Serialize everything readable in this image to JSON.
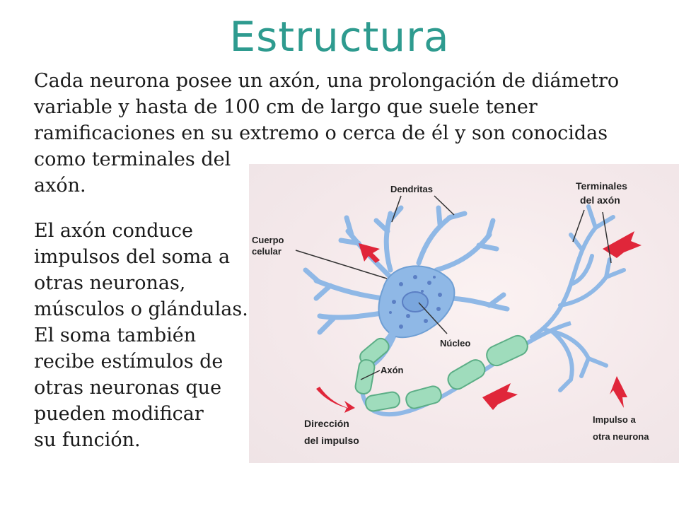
{
  "slide": {
    "title": "Estructura",
    "paragraph1": [
      "Cada neurona posee un axón, una prolongación de diámetro",
      "variable y hasta de 100 cm de largo que suele tener",
      "ramificaciones en su extremo o cerca de él y son conocidas",
      "como terminales del",
      "axón."
    ],
    "paragraph2": [
      "El axón conduce",
      "impulsos del soma a",
      "otras neuronas,",
      "músculos o glándulas.",
      "El soma también",
      "recibe estímulos de",
      "otras neuronas que",
      "pueden modificar",
      "su función."
    ]
  },
  "diagram": {
    "labels": {
      "dendritas": "Dendritas",
      "cuerpo_1": "Cuerpo",
      "cuerpo_2": "celular",
      "nucleo": "Núcleo",
      "axon": "Axón",
      "terminales_1": "Terminales",
      "terminales_2": "del axón",
      "direccion_1": "Dirección",
      "direccion_2": "del impulso",
      "impulso_1": "Impulso a",
      "impulso_2": "otra neurona"
    },
    "colors": {
      "title": "#2e9b8f",
      "neuron_body": "#8fb8e6",
      "myelin": "#9fdcbc",
      "arrow": "#e0263a"
    }
  }
}
